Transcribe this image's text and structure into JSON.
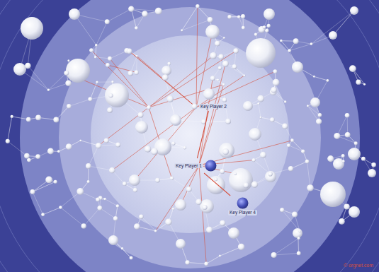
{
  "diagram": {
    "nodes": [
      {
        "text": [
          "Key Player 2"
        ]
      },
      {
        "text": [
          "Key Player 1"
        ]
      },
      {
        "text": [
          "Key Player 4"
        ]
      }
    ],
    "edges": [
      {
        "from": 1,
        "to": 0,
        "arrow": "none"
      },
      {
        "from": 1,
        "to": 2,
        "arrow": "none"
      }
    ],
    "labels": [
      "© orgnet.com"
    ]
  }
}
